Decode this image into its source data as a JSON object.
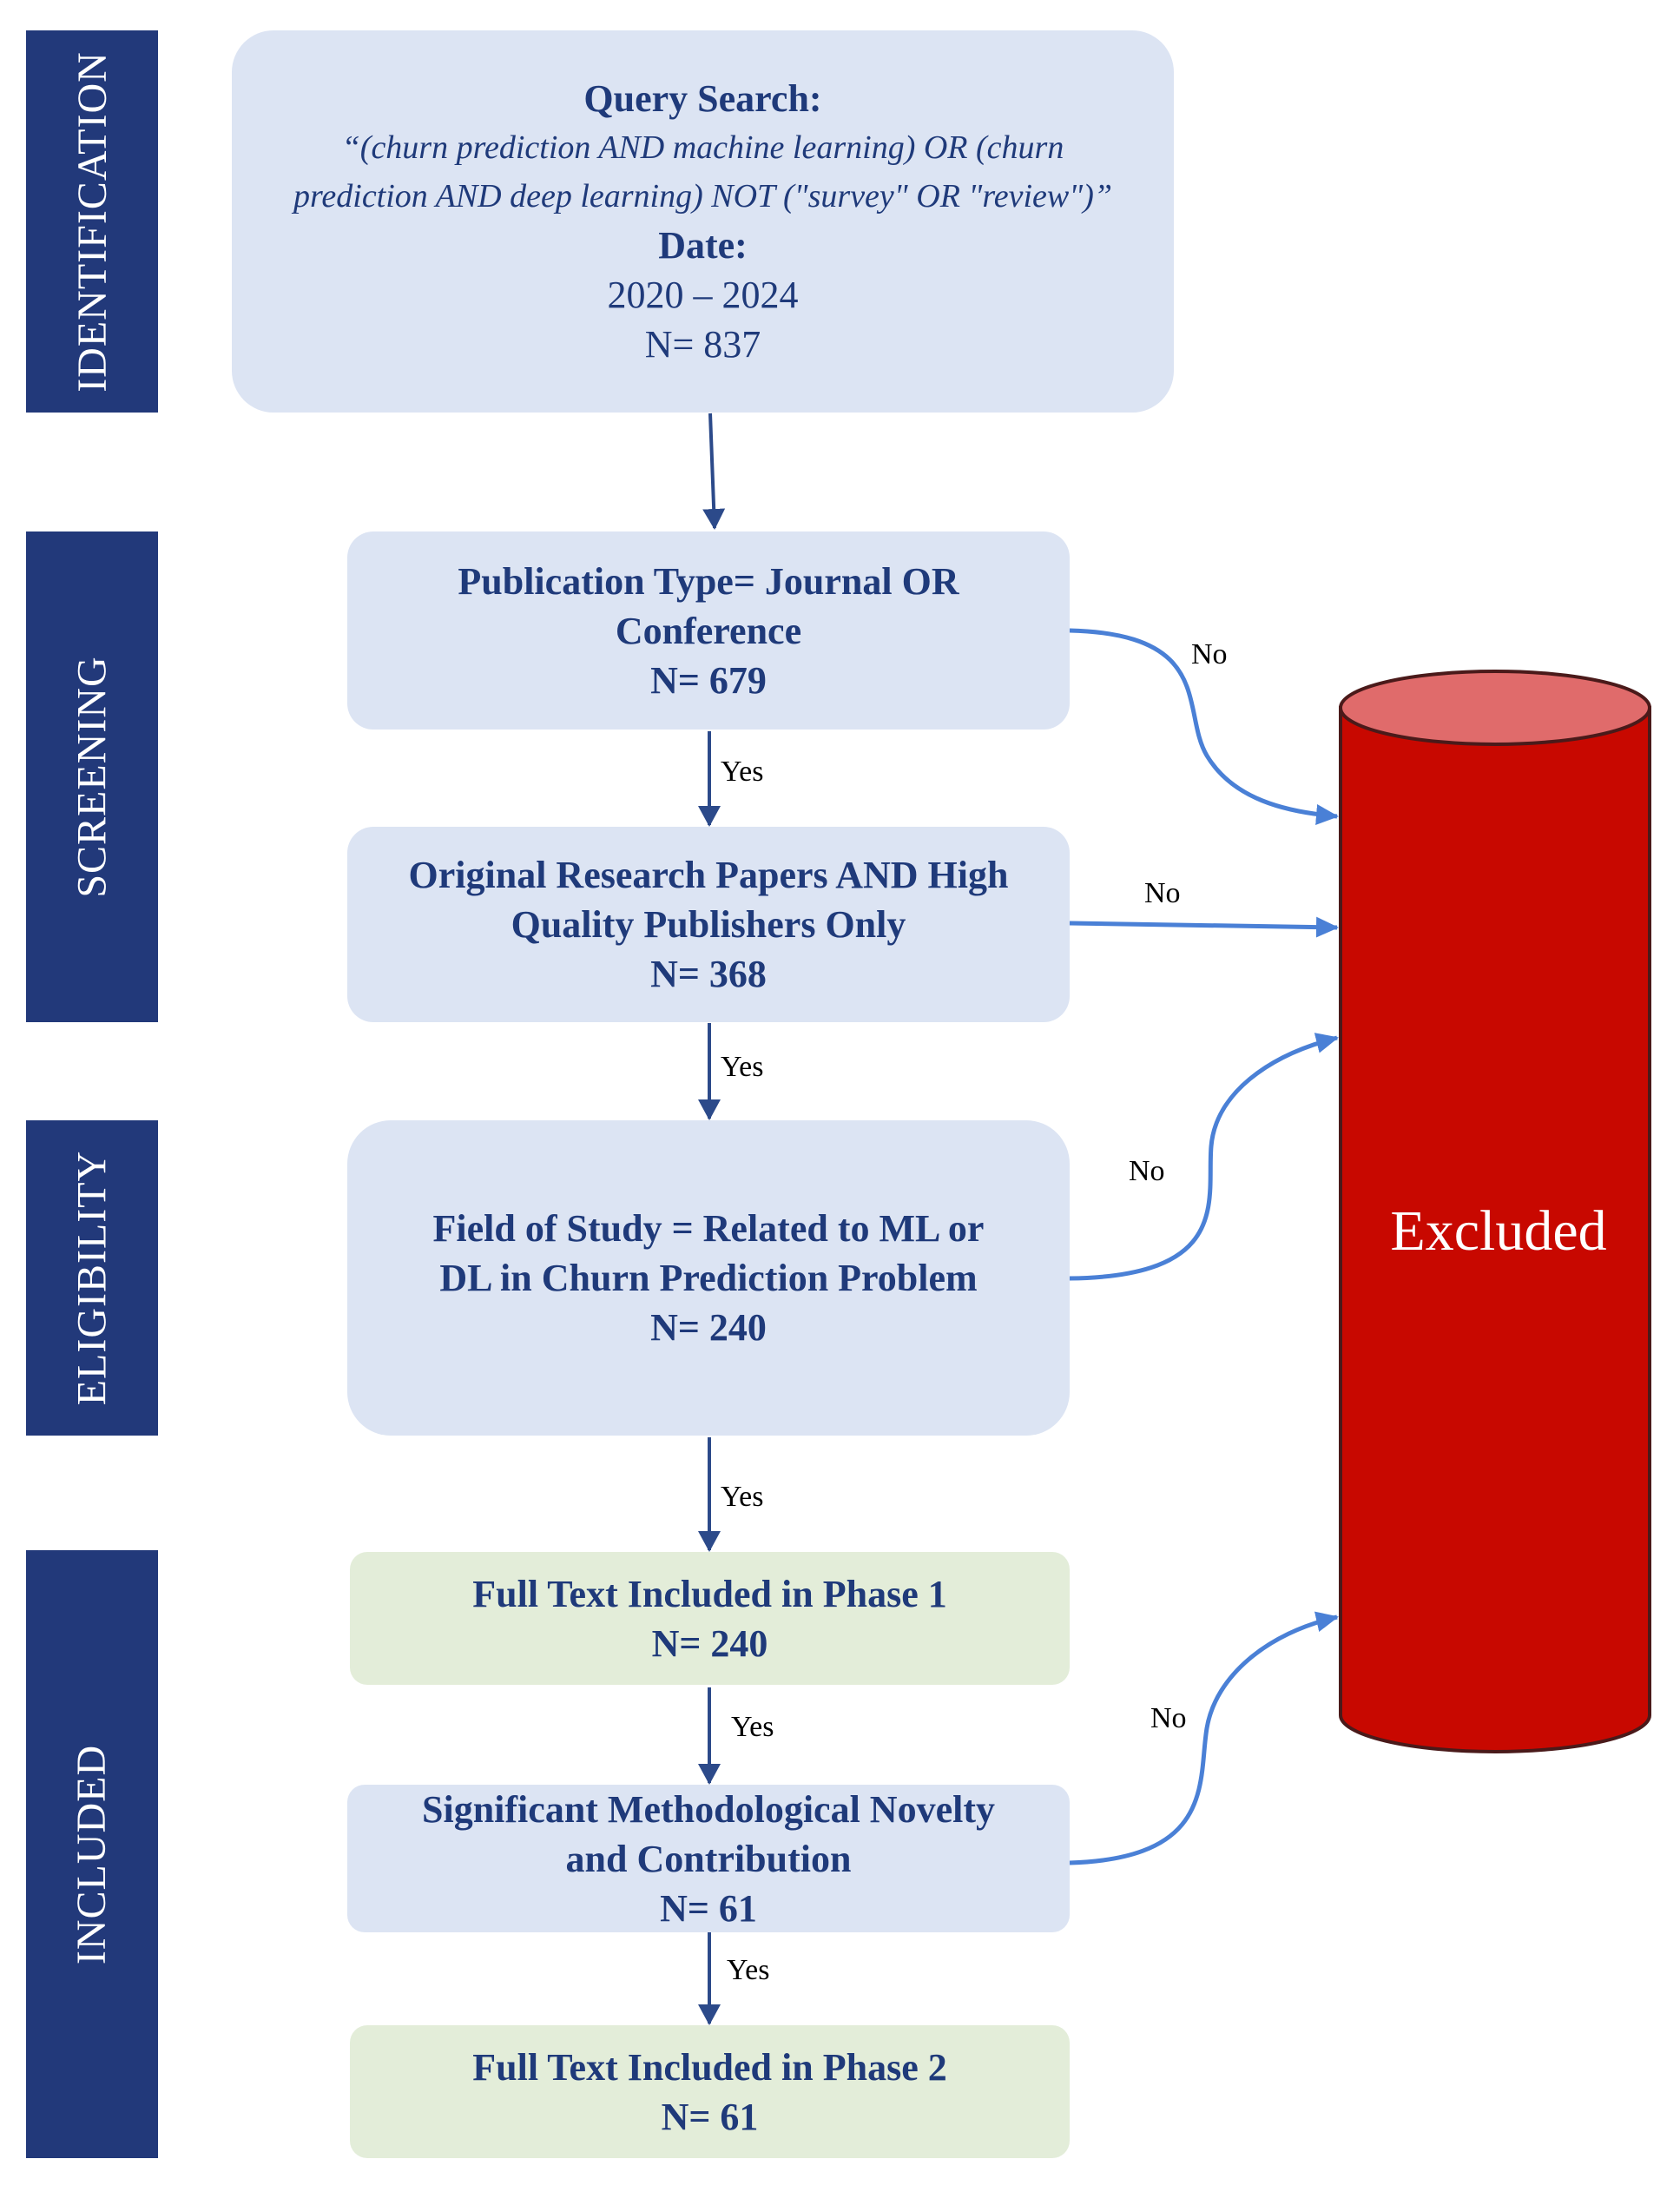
{
  "phases": {
    "identification": "IDENTIFICATION",
    "screening": "SCREENING",
    "eligibility": "ELIGIBILITY",
    "included": "INCLUDED"
  },
  "query": {
    "label": "Query Search:",
    "line1": "“(churn prediction AND machine learning) OR (churn",
    "line2": "prediction AND deep learning) NOT (\"survey\" OR \"review\")”",
    "date_label": "Date:",
    "date_range": "2020 – 2024",
    "count": "N= 837"
  },
  "screen1": {
    "line1": "Publication Type= Journal OR",
    "line2": "Conference",
    "count": "N= 679"
  },
  "screen2": {
    "line1": "Original Research Papers AND High",
    "line2": "Quality Publishers Only",
    "count": "N= 368"
  },
  "eligibility": {
    "line1": "Field of Study = Related to ML or",
    "line2": "DL in Churn Prediction Problem",
    "count": "N= 240"
  },
  "phase1": {
    "line1": "Full Text Included in Phase 1",
    "count": "N= 240"
  },
  "novelty": {
    "line1": "Significant Methodological Novelty",
    "line2": "and Contribution",
    "count": "N= 61"
  },
  "phase2": {
    "line1": "Full Text Included in Phase 2",
    "count": "N= 61"
  },
  "edges": {
    "yes": "Yes",
    "no": "No"
  },
  "excluded": "Excluded",
  "colors": {
    "phase_bar": "#22397a",
    "box_blue": "#dce4f3",
    "box_green": "#e3edd9",
    "box_text": "#1f3a7a",
    "arrow_down": "#2c4a8a",
    "arrow_no": "#4a80d6",
    "cylinder_body": "#c80800",
    "cylinder_top": "#e06b6b"
  }
}
